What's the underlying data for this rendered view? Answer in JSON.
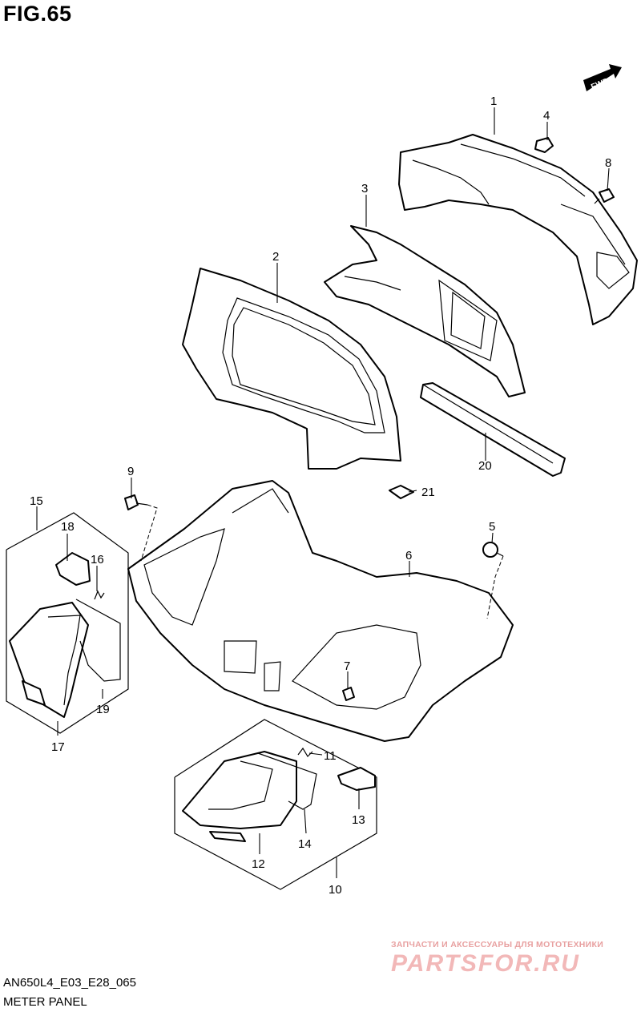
{
  "figure": {
    "title": "FIG.65",
    "code": "AN650L4_E03_E28_065",
    "name": "METER PANEL",
    "fwd_badge": "FWD"
  },
  "callouts": [
    "1",
    "2",
    "3",
    "4",
    "5",
    "6",
    "7",
    "8",
    "9",
    "10",
    "11",
    "12",
    "13",
    "14",
    "15",
    "16",
    "17",
    "18",
    "19",
    "20",
    "21"
  ],
  "watermark": {
    "tagline": "ЗАПЧАСТИ И АКСЕССУАРЫ ДЛЯ МОТОТЕХНИКИ",
    "logo": "PARTSFOR.RU"
  }
}
